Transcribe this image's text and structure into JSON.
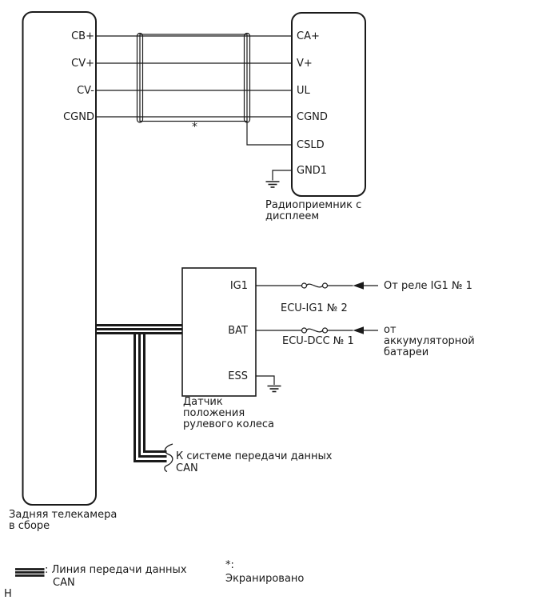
{
  "camera": {
    "label": "Задняя телекамера\nв сборе",
    "pins": [
      "CB+",
      "CV+",
      "CV-",
      "CGND"
    ]
  },
  "radio": {
    "label": "Радиоприемник с\nдисплеем",
    "pins": [
      "CA+",
      "V+",
      "UL",
      "CGND",
      "CSLD",
      "GND1"
    ]
  },
  "sensor": {
    "label": "Датчик\nположения\nрулевого колеса",
    "pins": [
      "IG1",
      "BAT",
      "ESS"
    ]
  },
  "fuses": [
    {
      "name": "ECU-IG1 № 2",
      "source": "От реле IG1 № 1"
    },
    {
      "name": "ECU-DCC № 1",
      "source": "от\nаккумуляторной\nбатареи"
    }
  ],
  "can": {
    "branch_note": "К системе передачи данных\nCAN"
  },
  "shield": {
    "marker": "*"
  },
  "legend": {
    "can_line_label": ": Линия передачи данных",
    "can_line_label2": "CAN",
    "shield_marker": "*:",
    "shield_label": "Экранировано"
  },
  "page": {
    "corner_char": "Н"
  },
  "colors": {
    "line": "#1a1a1a",
    "background": "#ffffff"
  }
}
